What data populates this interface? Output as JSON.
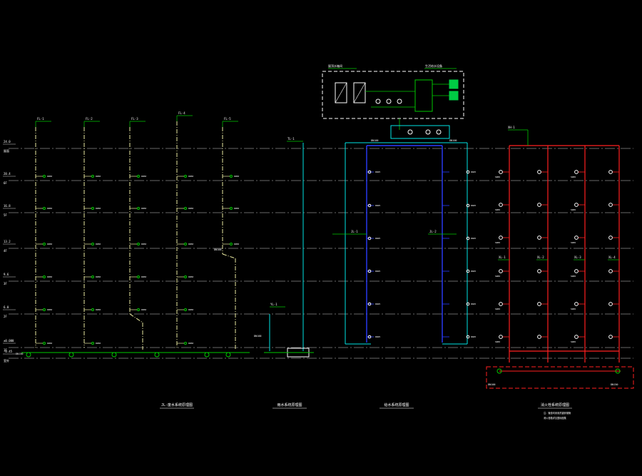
{
  "drawing": {
    "background": "#000000",
    "colors": {
      "floor_line": "#cfcfcf",
      "label": "#ffffff",
      "leader": "#00c800",
      "drain_riser": "#e8e8a0",
      "vent_riser": "#00e5e5",
      "supply_riser": "#2a3cff",
      "fire_riser": "#ff2020",
      "equipment_box": "#ffffff",
      "equipment_fill": "#00cc44"
    },
    "panels": [
      {
        "id": "drainage",
        "title": "JL-废水系统原理图"
      },
      {
        "id": "rainwater",
        "title": "雨水系统原理图"
      },
      {
        "id": "water_supply",
        "title": "给水系统原理图"
      },
      {
        "id": "fire_hydrant",
        "title": "消火栓系统原理图"
      }
    ],
    "floor_levels": [
      {
        "label": "屋面",
        "elev": "24.0"
      },
      {
        "label": "6F",
        "elev": "20.4"
      },
      {
        "label": "5F",
        "elev": "16.8"
      },
      {
        "label": "4F",
        "elev": "13.2"
      },
      {
        "label": "3F",
        "elev": "9.6"
      },
      {
        "label": "2F",
        "elev": "6.0"
      },
      {
        "label": "1F",
        "elev": "±0.000"
      },
      {
        "label": "室外",
        "elev": "-0.45"
      }
    ],
    "riser_tags": {
      "drain": [
        "FL-1",
        "FL-2",
        "FL-3",
        "FL-4",
        "FL-5"
      ],
      "rain": "YL-1",
      "vent": "TL-1",
      "supply": [
        "JL-1",
        "JL-2"
      ],
      "fire": [
        "XL-1",
        "XL-2",
        "XL-3",
        "XL-4"
      ]
    },
    "fittings": {
      "floor_drain": "DN50",
      "supply_branch": "DN25",
      "fire_valve": "SN65",
      "main_pipe": "DN100",
      "outlet": "DN150"
    },
    "equipment": {
      "tag": "屋顶水箱间",
      "note": "生活给水设备"
    },
    "fire_tag": "XH-1",
    "notes": [
      "注：管道均采用热镀锌钢管",
      "消火栓箱详见国标图集"
    ]
  }
}
